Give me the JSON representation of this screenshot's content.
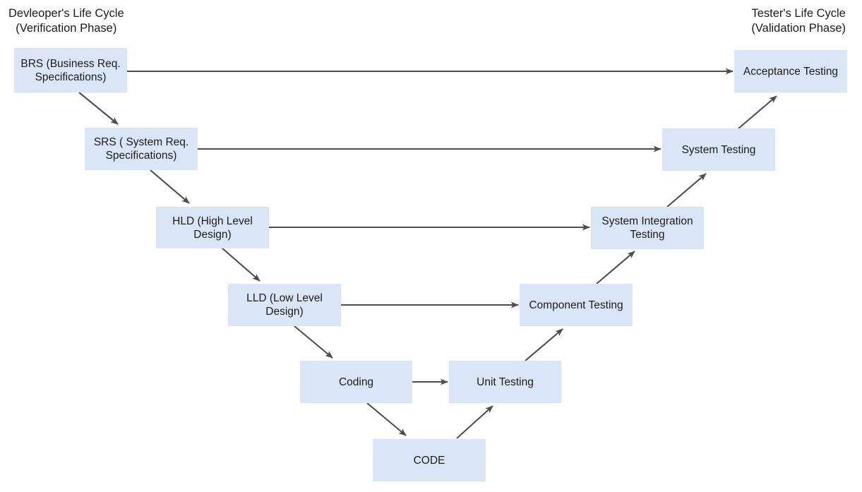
{
  "diagram": {
    "title_left": "Devleoper's Life Cycle\n(Verification Phase)",
    "title_right": "Tester's Life Cycle\n(Validation Phase)",
    "box_fill": "#dae6f8",
    "edge_color": "#4d4d4d",
    "background": "#ffffff",
    "nodes": {
      "brs": "BRS (Business Req.\nSpecifications)",
      "srs": "SRS ( System Req.\nSpecifications)",
      "hld": "HLD (High Level\nDesign)",
      "lld": "LLD (Low Level\nDesign)",
      "coding": "Coding",
      "code": "CODE",
      "unit_testing": "Unit Testing",
      "component_testing": "Component Testing",
      "system_integration_testing": "System Integration\nTesting",
      "system_testing": "System Testing",
      "acceptance_testing": "Acceptance Testing"
    },
    "edges": [
      {
        "from": "brs",
        "to": "acceptance_testing",
        "kind": "horizontal"
      },
      {
        "from": "brs",
        "to": "srs",
        "kind": "diagonal-down"
      },
      {
        "from": "srs",
        "to": "system_testing",
        "kind": "horizontal"
      },
      {
        "from": "srs",
        "to": "hld",
        "kind": "diagonal-down"
      },
      {
        "from": "hld",
        "to": "system_integration_testing",
        "kind": "horizontal"
      },
      {
        "from": "hld",
        "to": "lld",
        "kind": "diagonal-down"
      },
      {
        "from": "lld",
        "to": "component_testing",
        "kind": "horizontal"
      },
      {
        "from": "lld",
        "to": "coding",
        "kind": "diagonal-down"
      },
      {
        "from": "coding",
        "to": "unit_testing",
        "kind": "horizontal"
      },
      {
        "from": "coding",
        "to": "code",
        "kind": "diagonal-down"
      },
      {
        "from": "code",
        "to": "unit_testing",
        "kind": "diagonal-up"
      },
      {
        "from": "unit_testing",
        "to": "component_testing",
        "kind": "diagonal-up"
      },
      {
        "from": "component_testing",
        "to": "system_integration_testing",
        "kind": "diagonal-up"
      },
      {
        "from": "system_integration_testing",
        "to": "system_testing",
        "kind": "diagonal-up"
      },
      {
        "from": "system_testing",
        "to": "acceptance_testing",
        "kind": "diagonal-up"
      }
    ]
  }
}
